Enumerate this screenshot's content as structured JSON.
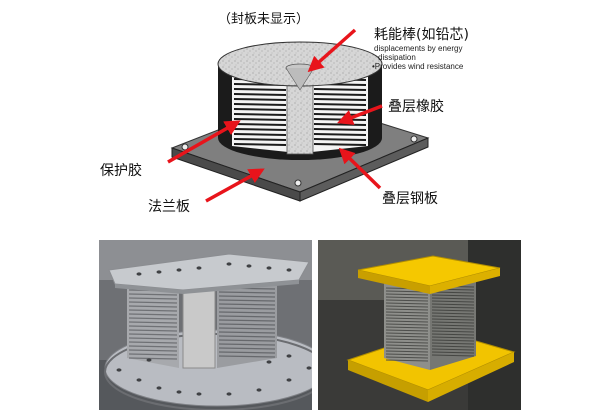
{
  "diagram": {
    "note_top": "（封板未显示）",
    "core_label": "耗能棒(如铅芯)",
    "core_desc_1": "displacements by energy",
    "core_desc_2": "dissipation",
    "core_desc_3": "•Provides wind resistance",
    "rubber_label": "叠层橡胶",
    "cover_label": "保护胶",
    "flange_label": "法兰板",
    "steel_label": "叠层钢板",
    "arrow_color": "#e8141b"
  },
  "photos": {
    "left": {
      "plate_color": "#b9bcc2",
      "bg_color": "#6e7074"
    },
    "right": {
      "plate_color": "#f2c400",
      "bg_color": "#3a3a38"
    }
  }
}
